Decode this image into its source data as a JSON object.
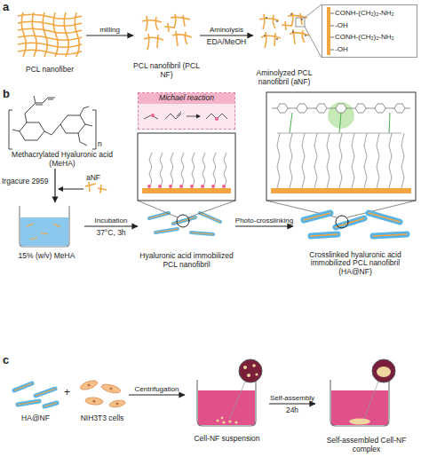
{
  "diagram": {
    "nodes": [
      {
        "text": [
          "PCL nanofiber"
        ]
      },
      {
        "text": [
          "PCL nanofibril (PCL NF)"
        ]
      },
      {
        "text": [
          "Aminolyzed PCL nanofibril (aNF)"
        ]
      },
      {
        "text": [
          "CONH-(CH₂)₂-NH₂",
          "-OH",
          "CONH-(CH₂)₂-NH₂",
          "-OH"
        ]
      },
      {
        "text": [
          "Methacrylated Hyaluronic acid (MeHA)"
        ]
      },
      {
        "text": [
          "Michael reaction"
        ]
      },
      {
        "text": [
          "15% (w/v) MeHA"
        ]
      },
      {
        "text": [
          "Hyaluronic acid immobilized PCL nanofibril"
        ]
      },
      {
        "text": [
          "Crosslinked hyaluronic acid immobilized PCL nanofibril (HA@NF)"
        ]
      },
      {
        "text": [
          "HA@NF"
        ]
      },
      {
        "text": [
          "NIH3T3 cells"
        ]
      },
      {
        "text": [
          "Cell-NF suspension"
        ]
      },
      {
        "text": [
          "Self-assembled Cell-NF complex"
        ]
      }
    ],
    "edges": [
      {
        "from": 0,
        "to": 1,
        "arrow": "to",
        "label": "milling"
      },
      {
        "from": 1,
        "to": 2,
        "arrow": "to",
        "label": "Aminolysis"
      },
      {
        "from": 4,
        "to": 6,
        "arrow": "to"
      },
      {
        "from": 6,
        "to": 7,
        "arrow": "to",
        "label": "Incubation"
      },
      {
        "from": 7,
        "to": 8,
        "arrow": "to",
        "label": "Photo-crosslinking"
      },
      {
        "from": 10,
        "to": 11,
        "arrow": "to",
        "label": "Centrifugation"
      },
      {
        "from": 11,
        "to": 12,
        "arrow": "to",
        "label": "Self-assembly"
      }
    ],
    "labels": [
      "a",
      "EDA/MeOH",
      "b",
      "n",
      "Irgacure 2959",
      "aNF",
      "37°C, 3h",
      "c",
      "+",
      "24h"
    ]
  }
}
